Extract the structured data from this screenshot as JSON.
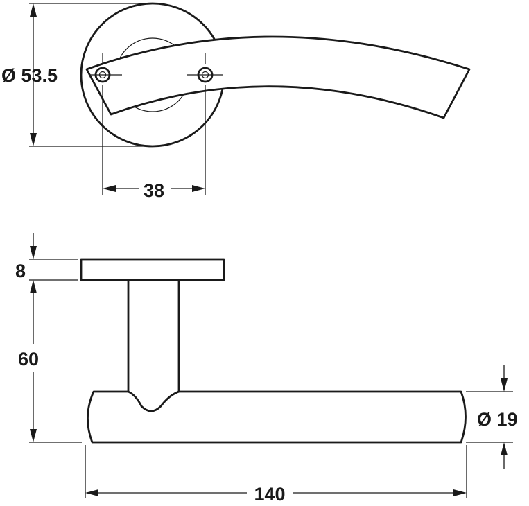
{
  "dimensions": {
    "rose_diameter": "Ø 53.5",
    "screw_spacing": "38",
    "rose_thickness": "8",
    "projection": "60",
    "lever_diameter": "Ø 19",
    "lever_length": "140"
  }
}
